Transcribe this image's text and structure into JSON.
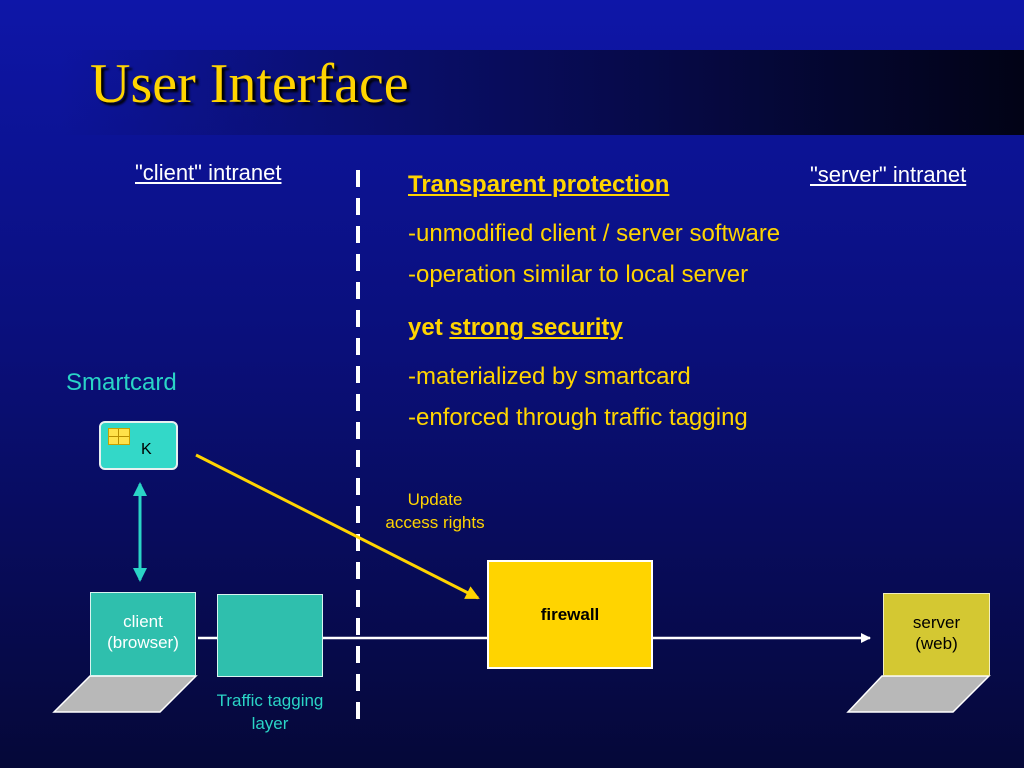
{
  "title": "User Interface",
  "client_intranet": "\"client\" intranet",
  "server_intranet": "\"server\" intranet",
  "heading1": "Transparent protection",
  "bullets1": [
    "-unmodified client / server software",
    "-operation similar to local server"
  ],
  "heading2_prefix": "yet",
  "heading2_link": "strong security",
  "bullets2": [
    "-materialized by smartcard",
    "-enforced through traffic tagging"
  ],
  "smartcard_label": "Smartcard",
  "smartcard_key": "K",
  "update_label": [
    "Update",
    "access rights"
  ],
  "firewall_label": "firewall",
  "client_label": [
    "client",
    "(browser)"
  ],
  "server_label": [
    "server",
    "(web)"
  ],
  "tagging_label": [
    "Traffic tagging",
    "layer"
  ],
  "colors": {
    "title": "#ffd400",
    "accent_cyan": "#2ad4c6",
    "firewall": "#ffd400",
    "server": "#d4c832",
    "tagging": "#2fbfad"
  }
}
